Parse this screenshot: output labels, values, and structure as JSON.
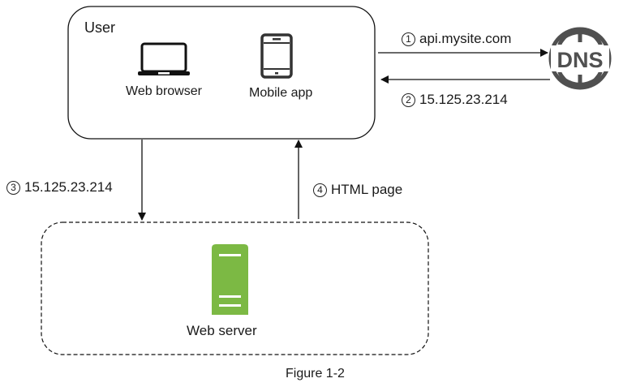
{
  "user_box": {
    "title": "User",
    "clients": [
      {
        "label": "Web browser",
        "icon": "laptop-icon"
      },
      {
        "label": "Mobile app",
        "icon": "mobile-phone-icon"
      }
    ]
  },
  "dns": {
    "icon": "dns-globe-icon",
    "text": "DNS",
    "color": "#505050"
  },
  "server_box": {
    "label": "Web server",
    "icon": "server-icon",
    "color": "#7cb944"
  },
  "steps": [
    {
      "number": "1",
      "label": "api.mysite.com"
    },
    {
      "number": "2",
      "label": "15.125.23.214"
    },
    {
      "number": "3",
      "label": "15.125.23.214"
    },
    {
      "number": "4",
      "label": "HTML page"
    }
  ],
  "caption": "Figure 1-2"
}
